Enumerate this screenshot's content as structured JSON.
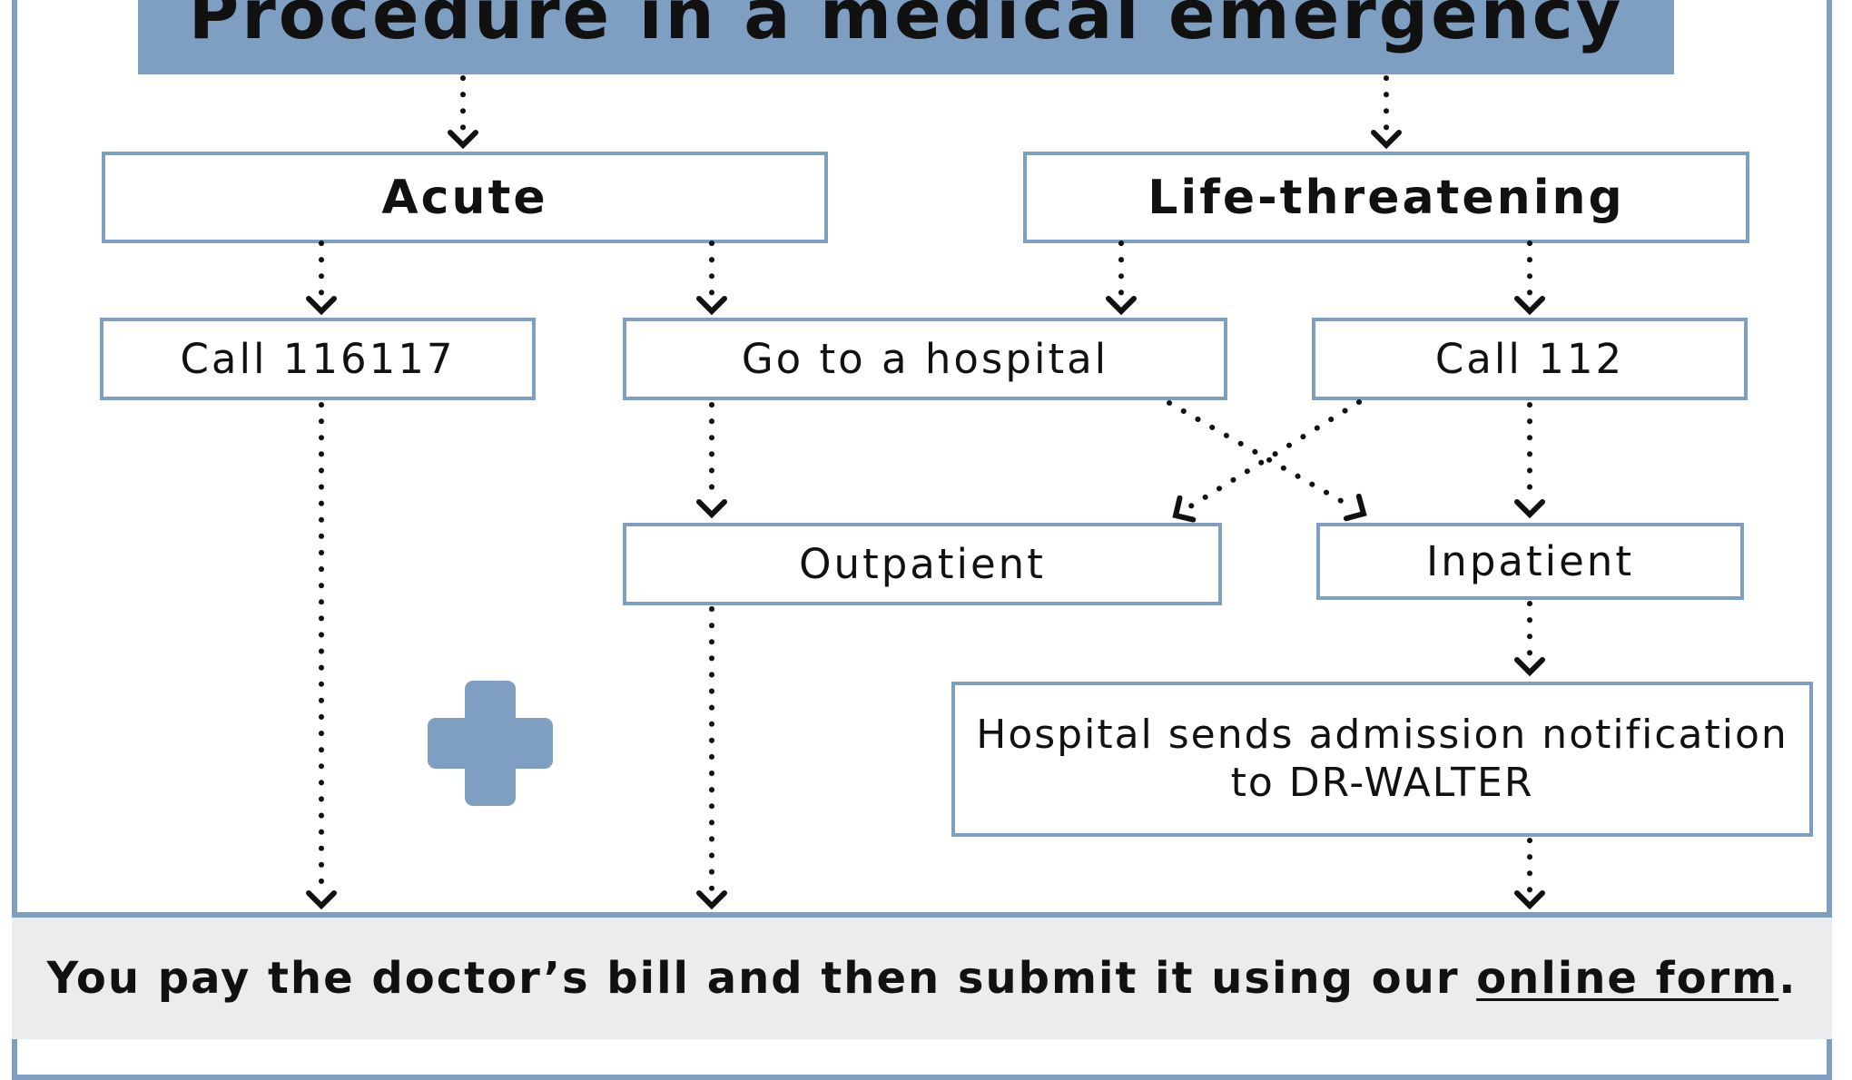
{
  "title": "Procedure in a medical emergency",
  "categories": {
    "acute": "Acute",
    "life_threatening": "Life-threatening"
  },
  "steps": {
    "call_116117": "Call 116117",
    "go_to_hospital": "Go to a hospital",
    "call_112": "Call 112",
    "outpatient": "Outpatient",
    "inpatient": "Inpatient",
    "admission_notice_line1": "Hospital sends admission notification",
    "admission_notice_line2": "to DR-WALTER"
  },
  "footer": {
    "text_before_link": "You pay the doctor’s bill and then submit it using our ",
    "link_text": "online form",
    "text_after_link": "."
  },
  "colors": {
    "accent": "#7f9fc2",
    "footer_background": "#ebecee",
    "text": "#111111",
    "connector": "#111111"
  },
  "icons": {
    "medical_cross": "plus-cross-icon"
  }
}
